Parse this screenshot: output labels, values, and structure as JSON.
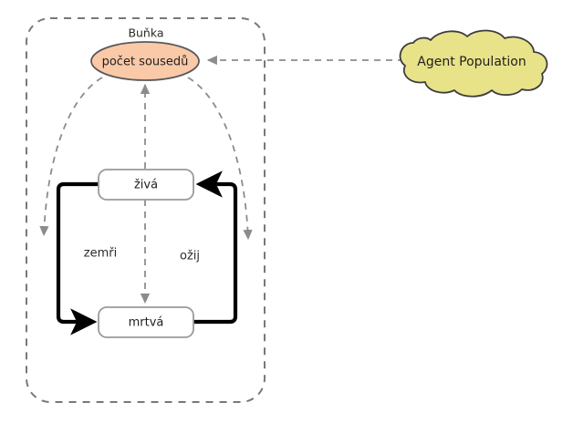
{
  "diagram": {
    "title": "",
    "colors": {
      "ellipse_fill": "#fac9a8",
      "ellipse_stroke": "#595959",
      "cloud_fill": "#e8e389",
      "cloud_stroke": "#3d3d3d",
      "box_fill": "#ffffff",
      "box_stroke": "#9a9a9a",
      "dashed_stroke": "#8c8c8c",
      "flow_stroke": "#000000",
      "text": "#1f1f1f",
      "background": "#ffffff"
    },
    "container": {
      "label": "Buňka",
      "style": "dashed-rounded-rectangle"
    },
    "nodes": [
      {
        "id": "pocet-sousedu",
        "label": "počet sousedů",
        "shape": "ellipse"
      },
      {
        "id": "ziva",
        "label": "živá",
        "shape": "rounded-rectangle"
      },
      {
        "id": "mrtva",
        "label": "mrtvá",
        "shape": "rounded-rectangle"
      },
      {
        "id": "agent-population",
        "label": "Agent Population",
        "shape": "cloud"
      }
    ],
    "edges": [
      {
        "id": "zemri",
        "label": "zemři",
        "from": "ziva",
        "to": "mrtva",
        "style": "thick-solid"
      },
      {
        "id": "ozij",
        "label": "ožij",
        "from": "mrtva",
        "to": "ziva",
        "style": "thick-solid"
      },
      {
        "id": "population-to-pocet",
        "label": "",
        "from": "agent-population",
        "to": "pocet-sousedu",
        "style": "dashed"
      },
      {
        "id": "ziva-to-pocet",
        "label": "",
        "from": "ziva",
        "to": "pocet-sousedu",
        "style": "dashed"
      },
      {
        "id": "ziva-to-mrtva-dashed",
        "label": "",
        "from": "ziva",
        "to": "mrtva",
        "style": "dashed"
      },
      {
        "id": "pocet-to-zemri",
        "label": "",
        "from": "pocet-sousedu",
        "to": "zemri",
        "style": "dashed-curve"
      },
      {
        "id": "pocet-to-ozij",
        "label": "",
        "from": "pocet-sousedu",
        "to": "ozij",
        "style": "dashed-curve"
      }
    ]
  }
}
